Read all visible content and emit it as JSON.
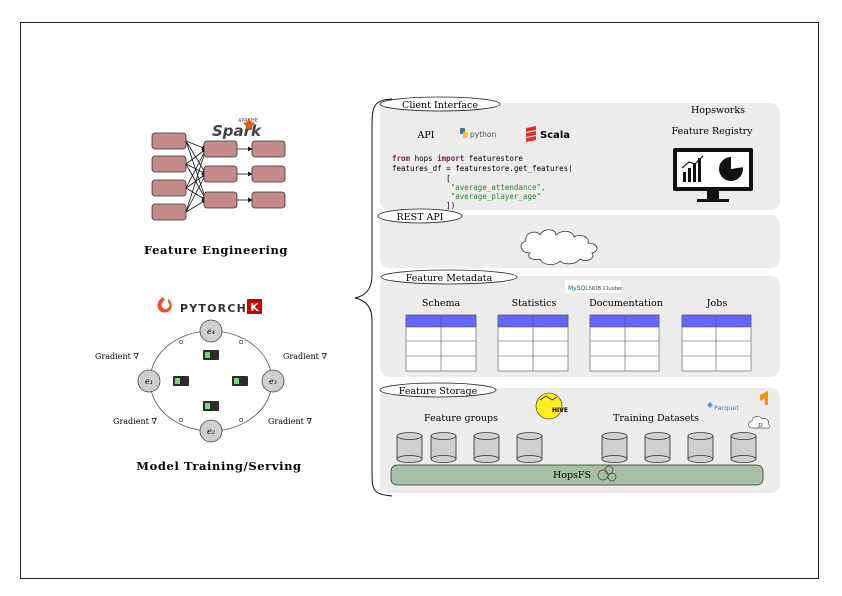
{
  "left": {
    "spark_label": "Spark",
    "spark_sub": "APACHE",
    "feature_engineering": "Feature Engineering",
    "pytorch_label": "PYTORCH",
    "keras_label": "K",
    "model_training": "Model Training/Serving",
    "gradient_label": "Gradient ∇",
    "nodes": [
      "e₄",
      "e₁",
      "e₃",
      "e₂"
    ]
  },
  "client": {
    "title": "Client Interface",
    "hopsworks": "Hopsworks",
    "api": "API",
    "python": "python",
    "scala": "Scala",
    "feature_registry": "Feature Registry",
    "code": [
      "from hops import featurestore",
      "features_df = featurestore.get_features(",
      "            [",
      "             \"average_attendance\",",
      "             \"average_player_age\"",
      "            ])"
    ]
  },
  "rest": {
    "title": "REST API"
  },
  "metadata": {
    "title": "Feature Metadata",
    "mysql": "MySQL",
    "ndb": "NDB Cluster",
    "columns": [
      "Schema",
      "Statistics",
      "Documentation",
      "Jobs"
    ]
  },
  "storage": {
    "title": "Feature Storage",
    "hive": "HIVE",
    "feature_groups": "Feature groups",
    "training_datasets": "Training Datasets",
    "parquet": "Parquet",
    "hopsfs": "HopsFS"
  },
  "colors": {
    "panel": "#ececec",
    "pill": "#ffffff",
    "spark_node": "#c48b8b",
    "table_header": "#6666ff",
    "hopsfs": "#a6bfa6",
    "pytorch": "#ee4c2c",
    "keras": "#d00000",
    "scala": "#dc322f",
    "code_keyword": "#7a1f5c",
    "code_string": "#2e7d32"
  }
}
